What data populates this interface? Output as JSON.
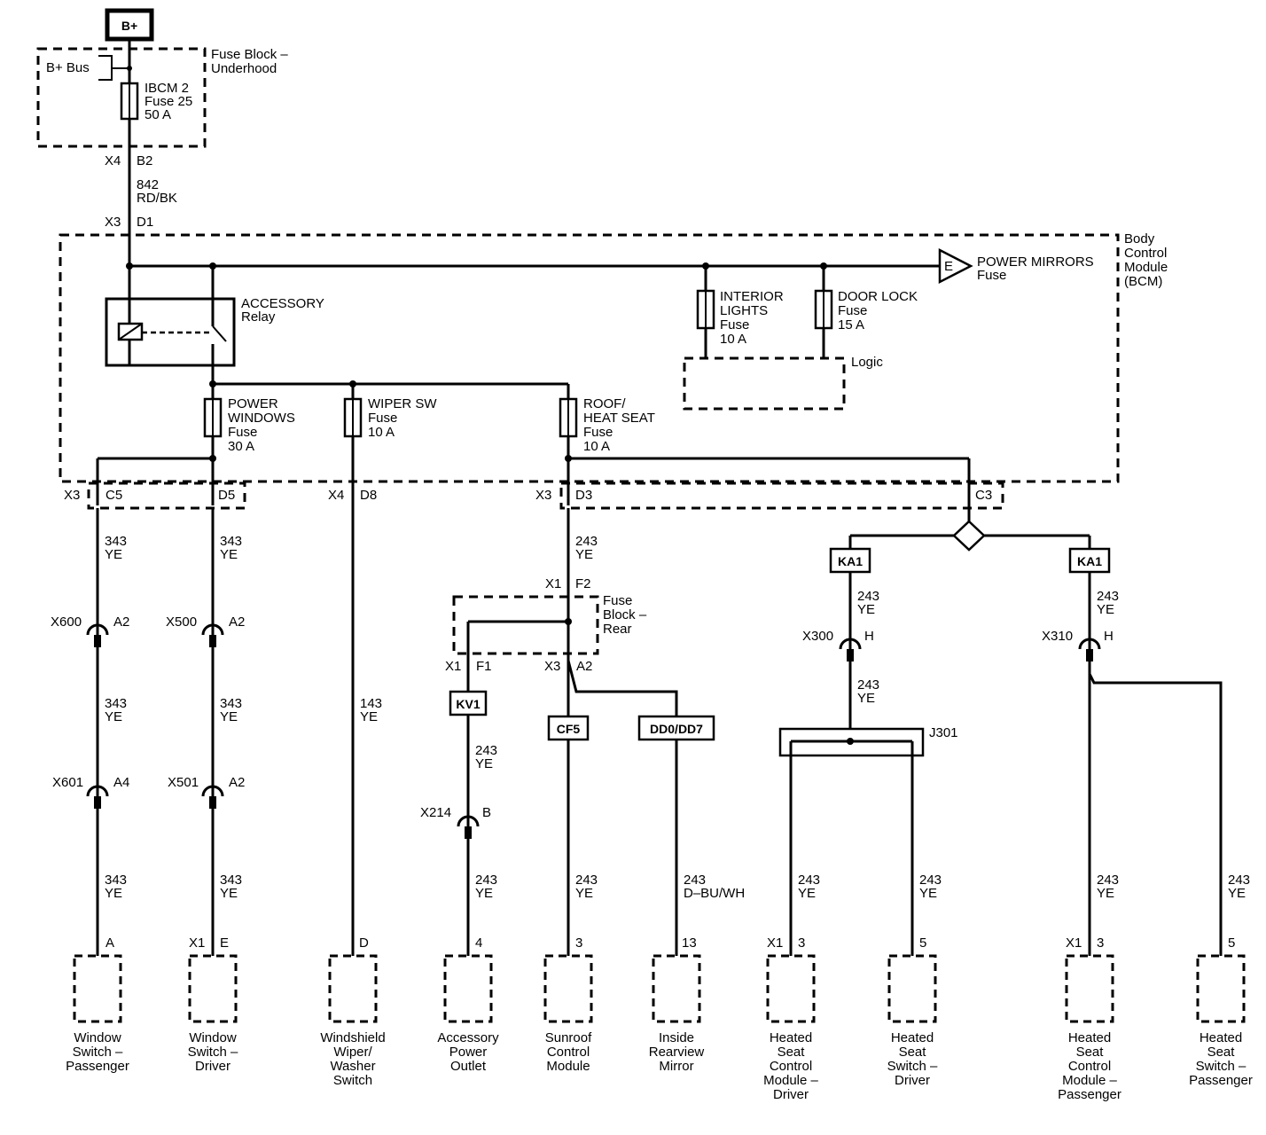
{
  "source": {
    "bplus": "B+",
    "bplus_bus": "B+ Bus",
    "fuse_block_uh": [
      "Fuse Block –",
      "Underhood"
    ],
    "ibcm_fuse": [
      "IBCM 2",
      "Fuse 25",
      "50 A"
    ],
    "x4": "X4",
    "b2": "B2",
    "wire_842": [
      "842",
      "RD/BK"
    ],
    "x3": "X3",
    "d1": "D1"
  },
  "bcm": {
    "label": [
      "Body",
      "Control",
      "Module",
      "(BCM)"
    ],
    "accessory_relay": [
      "ACCESSORY",
      "Relay"
    ],
    "interior_lights": [
      "INTERIOR",
      "LIGHTS",
      "Fuse",
      "10 A"
    ],
    "door_lock": [
      "DOOR LOCK",
      "Fuse",
      "15 A"
    ],
    "logic": "Logic",
    "power_mirrors": [
      "POWER MIRRORS",
      "Fuse"
    ],
    "e_symbol": "E",
    "power_windows": [
      "POWER",
      "WINDOWS",
      "Fuse",
      "30 A"
    ],
    "wiper_sw": [
      "WIPER SW",
      "Fuse",
      "10 A"
    ],
    "roof_heat": [
      "ROOF/",
      "HEAT SEAT",
      "Fuse",
      "10 A"
    ]
  },
  "connectors": {
    "x3_c5": [
      "X3",
      "C5"
    ],
    "d5": "D5",
    "x4_d8": [
      "X4",
      "D8"
    ],
    "x3_d3": [
      "X3",
      "D3"
    ],
    "c3": "C3"
  },
  "circuits": {
    "c343_ye": [
      "343",
      "YE"
    ],
    "c243_ye": [
      "243",
      "YE"
    ],
    "c143_ye": [
      "143",
      "YE"
    ],
    "c243_dbu": [
      "243",
      "D–BU/WH"
    ]
  },
  "inline": {
    "x600": "X600",
    "a2": "A2",
    "x500": "X500",
    "x601": "X601",
    "a4": "A4",
    "x501": "X501",
    "x214": "X214",
    "b": "B",
    "x300": "X300",
    "h": "H",
    "x310": "X310",
    "x1": "X1",
    "f2": "F2",
    "f1": "F1",
    "x3": "X3"
  },
  "fuse_block_rear": [
    "Fuse",
    "Block –",
    "Rear"
  ],
  "splices": {
    "ka1": "KA1",
    "kv1": "KV1",
    "cf5": "CF5",
    "dd0": "DD0/DD7",
    "j301": "J301"
  },
  "pins": {
    "a": "A",
    "e": "E",
    "d": "D",
    "four": "4",
    "three": "3",
    "thirteen": "13",
    "five": "5",
    "x1": "X1"
  },
  "components": [
    [
      "Window",
      "Switch –",
      "Passenger"
    ],
    [
      "Window",
      "Switch –",
      "Driver"
    ],
    [
      "Windshield",
      "Wiper/",
      "Washer",
      "Switch"
    ],
    [
      "Accessory",
      "Power",
      "Outlet"
    ],
    [
      "Sunroof",
      "Control",
      "Module"
    ],
    [
      "Inside",
      "Rearview",
      "Mirror"
    ],
    [
      "Heated",
      "Seat",
      "Control",
      "Module –",
      "Driver"
    ],
    [
      "Heated",
      "Seat",
      "Switch –",
      "Driver"
    ],
    [
      "Heated",
      "Seat",
      "Control",
      "Module –",
      "Passenger"
    ],
    [
      "Heated",
      "Seat",
      "Switch –",
      "Passenger"
    ]
  ]
}
